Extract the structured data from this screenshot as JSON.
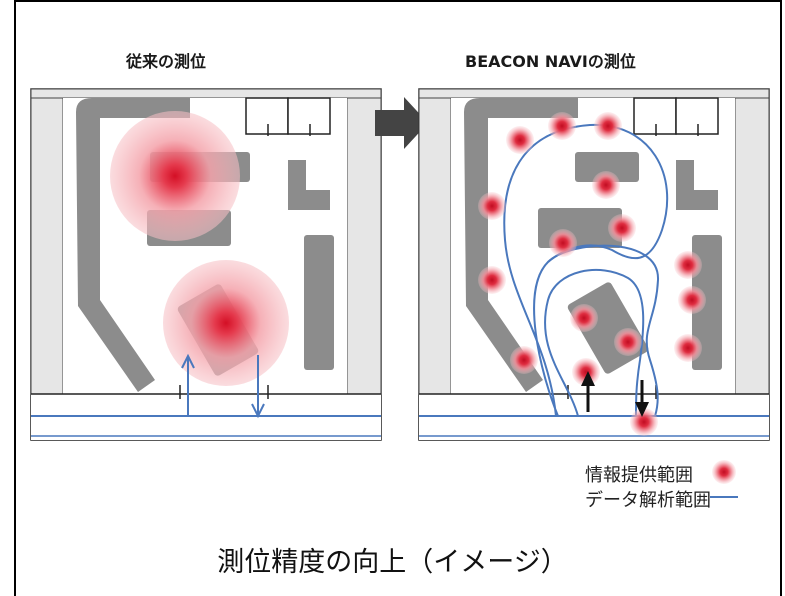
{
  "panels": {
    "left_title": "従来の測位",
    "right_title": "BEACON NAVIの測位"
  },
  "legend": {
    "info_range_label": "情報提供範囲",
    "analysis_range_label": "データ解析範囲"
  },
  "caption": "測位精度の向上（イメージ）",
  "colors": {
    "beacon_red": "#d9162b",
    "analysis_line": "#4a78bd",
    "building_gray": "#8c8c8c",
    "wall_gray": "#e6e6e6"
  }
}
